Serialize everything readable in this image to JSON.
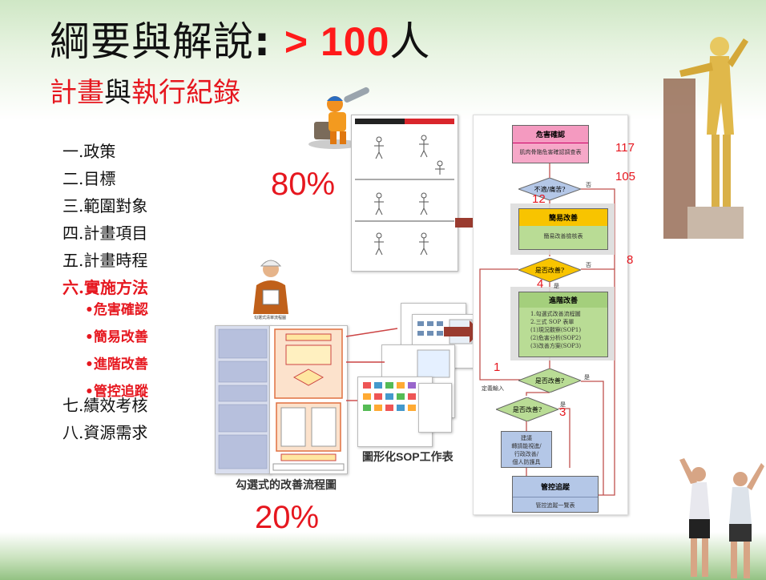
{
  "slide": {
    "title_prefix": "綱要與解說",
    "title_colon": ":",
    "title_highlight": "> 100",
    "title_suffix": "人",
    "subtitle_part1": "計畫",
    "subtitle_part2": "與",
    "subtitle_part3": "執行紀錄"
  },
  "outline": {
    "items": [
      "一.政策",
      "二.目標",
      "三.範圍對象",
      "四.計畫項目",
      "五.計畫時程",
      "六.實施方法"
    ],
    "sub_items": [
      "危害確認",
      "簡易改善",
      "進階改善",
      "管控追蹤"
    ],
    "items_after": [
      "七.績效考核",
      "八.資源需求"
    ]
  },
  "percent_top": "80%",
  "percent_bottom": "20%",
  "captions": {
    "flowchart": "勾選式的改善流程圖",
    "sop_table": "圖形化SOP工作表",
    "person_sign": "勾選式清單流程圖"
  },
  "flow": {
    "hazard_title": "危害確認",
    "hazard_sub": "肌肉骨骼危害確認調查表",
    "q1": "不適/痛苦?",
    "simple_title": "簡易改善",
    "simple_sub": "簡易改善檢核表",
    "q2": "是否改善?",
    "adv_title": "進階改善",
    "adv_lines": [
      "1.勾選式改善流程圖",
      "2.三式 SOP 表單",
      "(1)現況觀察(SOP1)",
      "(2)危害分析(SOP2)",
      "(3)改善方案(SOP3)"
    ],
    "q3": "是否改善?",
    "q4": "是否改善?",
    "medical_lines": [
      "建議",
      "轉請能視進/",
      "行政改善/",
      "個人防護具"
    ],
    "track_title": "管控追蹤",
    "track_sub": "管控追蹤一覽表",
    "side_note": "定義輸入",
    "yes": "是",
    "no": "否"
  },
  "annotations": {
    "n117": "117",
    "n105": "105",
    "n12": "12",
    "n8": "8",
    "n4": "4",
    "n1": "1",
    "n3": "3"
  },
  "colors": {
    "accent_red": "#e6171f",
    "flow_pink": "#f6a8c8",
    "flow_green": "#b9dc95",
    "flow_blue": "#b4c7e7",
    "flow_yellow": "#f8c400",
    "arrow": "#9a3b2f"
  }
}
